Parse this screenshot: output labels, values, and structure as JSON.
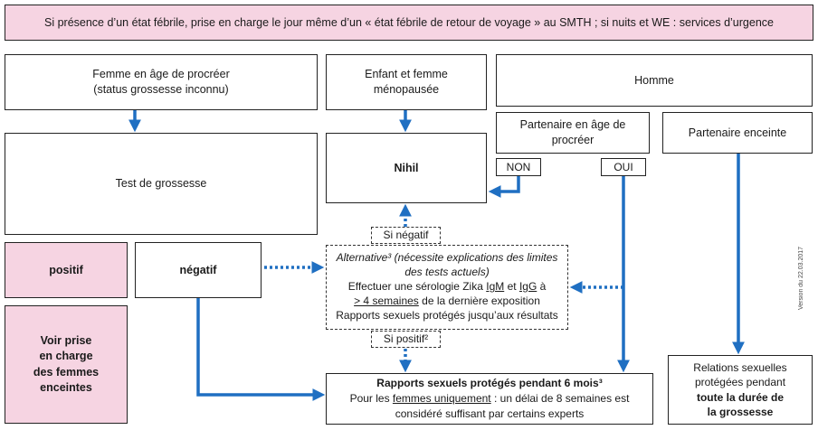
{
  "banner": "Si présence d’un état fébrile, prise en charge le jour même d’un « état fébrile de retour de voyage » au SMTH ; si nuits et WE : services d’urgence",
  "columns": {
    "femme_line1": "Femme en âge de procréer",
    "femme_line2": "(status grossesse inconnu)",
    "enfant_line1": "Enfant et femme",
    "enfant_line2": "ménopausée",
    "homme": "Homme"
  },
  "partenaire_procreer_line1": "Partenaire en âge de",
  "partenaire_procreer_line2": "procréer",
  "partenaire_enceinte": "Partenaire enceinte",
  "test_grossesse": "Test de grossesse",
  "nihil": "Nihil",
  "non": "NON",
  "oui": "OUI",
  "si_negatif": "Si négatif",
  "positif": "positif",
  "negatif": "négatif",
  "alternative": {
    "title": "Alternative³",
    "title_note": " (nécessite explications des limites",
    "title_note2": "des tests actuels)",
    "line1a": "Effectuer une sérologie Zika ",
    "line1b": "IgM",
    "line1c": " et ",
    "line1d": "IgG",
    "line1e": " à",
    "line2a": "> 4 semaines",
    "line2b": " de la dernière exposition",
    "line3": "Rapports sexuels protégés jusqu’aux résultats"
  },
  "si_positif": "Si positif²",
  "voir_prise": [
    "Voir prise",
    "en charge",
    "des femmes",
    "enceintes"
  ],
  "rapports": {
    "title": "Rapports sexuels protégés pendant 6 mois³",
    "line1a": "Pour les ",
    "line1b": "femmes uniquement",
    "line1c": " : un délai de 8 semaines est",
    "line2": "considéré suffisant par certains experts"
  },
  "relations": {
    "line1": "Relations sexuelles",
    "line2": "protégées pendant",
    "line3": "toute la durée de",
    "line4": "la grossesse"
  },
  "version": "Version du 22.03.2017",
  "colors": {
    "pink": "#f6d4e2",
    "arrow_blue": "#1f6fc2",
    "border": "#222222"
  }
}
